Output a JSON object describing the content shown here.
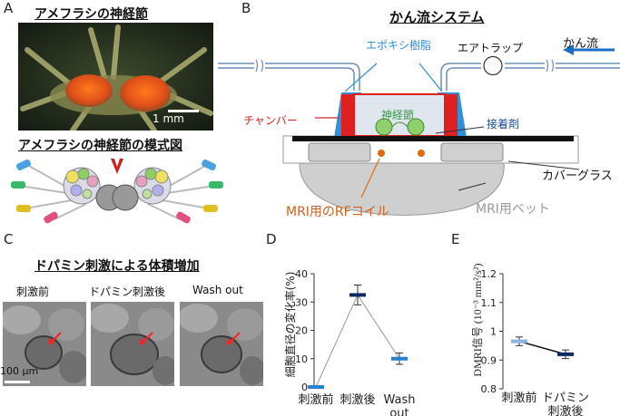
{
  "panel_a": {
    "letter": "A",
    "photo_title": "アメフラシの神経節",
    "scale_label": "1 mm",
    "diagram_title": "アメフラシの神経節の模式図"
  },
  "panel_b": {
    "letter": "B",
    "title": "かん流システム",
    "labels": {
      "epoxy": "エポキシ樹脂",
      "air_trap": "エアトラップ",
      "flow": "かん流",
      "chamber": "チャンバー",
      "ganglion": "神経節",
      "adhesive": "接着剤",
      "cover_glass": "カバーグラス",
      "rf_coil": "MRI用のRFコイル",
      "mri_bed": "MRI用ベット"
    },
    "colors": {
      "chamber": "#e02020",
      "epoxy": "#2f8fd8",
      "ganglion": "#8fd06a",
      "coil": "#e06a10",
      "flow_arrow": "#1a6ec8"
    }
  },
  "panel_c": {
    "letter": "C",
    "title": "ドパミン刺激による体積増加",
    "conditions": [
      "刺激前",
      "ドパミン刺激後",
      "Wash out"
    ],
    "scale_label": "100 μm"
  },
  "panel_d": {
    "letter": "D",
    "ylabel": "細胞直径の変化率(%)",
    "chart_data": {
      "type": "line",
      "categories": [
        "刺激前",
        "刺激後",
        "Wash out"
      ],
      "category_lines": [
        [
          "刺激前"
        ],
        [
          "刺激後"
        ],
        [
          "Wash",
          "out"
        ]
      ],
      "values": [
        0,
        32.5,
        10
      ],
      "errors": [
        0,
        3.5,
        2
      ],
      "marker_colors": [
        "#2a7fd0",
        "#0d2a66",
        "#2a7fd0"
      ],
      "ylim": [
        0,
        40
      ],
      "yticks": [
        "0",
        "10",
        "20",
        "30",
        "40"
      ]
    }
  },
  "panel_e": {
    "letter": "E",
    "ylabel": "DMRI信号 (10⁻³ mm²/s²)",
    "chart_data": {
      "type": "line",
      "categories": [
        "刺激前",
        "ドパミン刺激後"
      ],
      "category_lines": [
        [
          "刺激前"
        ],
        [
          "ドパミン",
          "刺激後"
        ]
      ],
      "values": [
        0.965,
        0.92
      ],
      "errors": [
        0.015,
        0.015
      ],
      "marker_colors": [
        "#8fb4e0",
        "#0d2a66"
      ],
      "ylim": [
        0.8,
        1.2
      ],
      "yticks": [
        "0.8",
        "0.9",
        "1",
        "1.1",
        "1.2"
      ]
    }
  }
}
